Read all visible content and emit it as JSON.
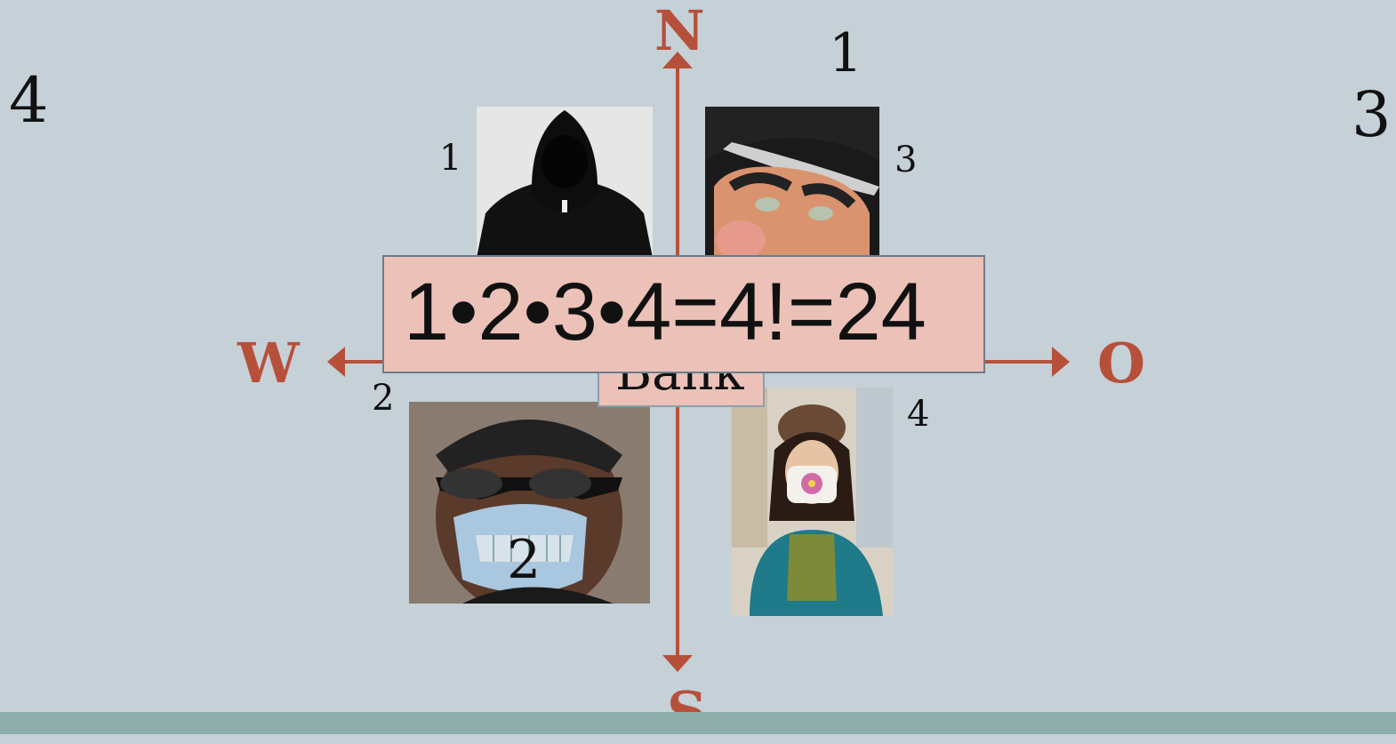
{
  "corner_labels": {
    "left": "4",
    "right": "3",
    "top": "1",
    "center_overlay": "2"
  },
  "photo_labels": {
    "hooded": "1",
    "masked_man": "2",
    "old_mask": "3",
    "girl": "4"
  },
  "compass": {
    "north": "N",
    "south": "S",
    "west": "W",
    "east": "O"
  },
  "formula": "1•2•3•4=4!=24",
  "bank_label": "Bank",
  "colors": {
    "background": "#c5d0d7",
    "accent": "#b7503a",
    "box": "#ecc1b8",
    "bottom_bar": "#8eaeab"
  }
}
